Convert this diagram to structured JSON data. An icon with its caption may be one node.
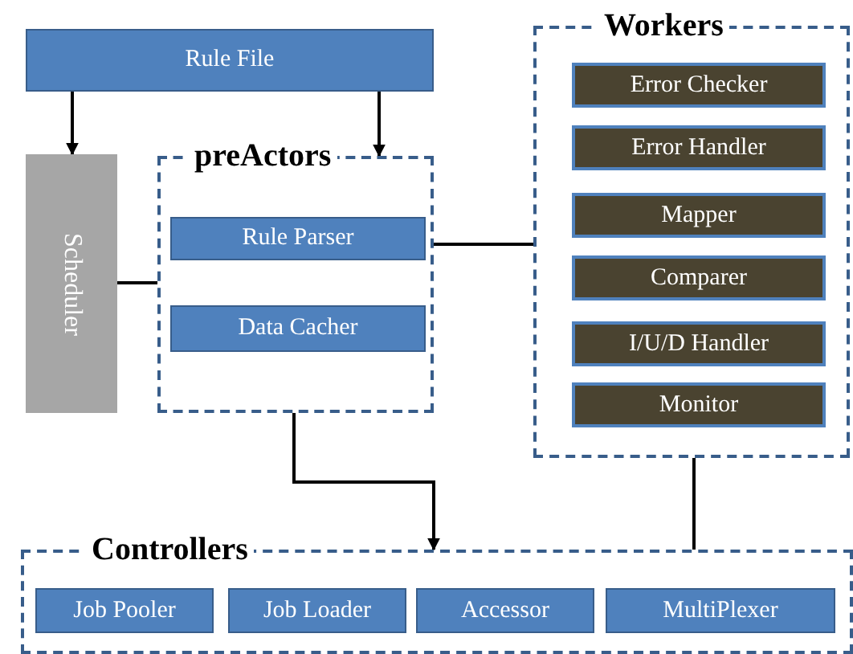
{
  "diagram": {
    "nodes": [
      {
        "text": [
          "Rule File"
        ]
      },
      {
        "text": [
          "Scheduler"
        ]
      },
      {
        "text": [
          "preActors"
        ]
      },
      {
        "text": [
          "Rule Parser"
        ],
        "in": 2
      },
      {
        "text": [
          "Data Cacher"
        ],
        "in": 2
      },
      {
        "text": [
          "Workers"
        ]
      },
      {
        "text": [
          "Error Checker"
        ],
        "in": 5
      },
      {
        "text": [
          "Error Handler"
        ],
        "in": 5
      },
      {
        "text": [
          "Mapper"
        ],
        "in": 5
      },
      {
        "text": [
          "Comparer"
        ],
        "in": 5
      },
      {
        "text": [
          "I/U/D Handler"
        ],
        "in": 5
      },
      {
        "text": [
          "Monitor"
        ],
        "in": 5
      },
      {
        "text": [
          "Controllers"
        ]
      },
      {
        "text": [
          "Job Pooler"
        ],
        "in": 12
      },
      {
        "text": [
          "Job Loader"
        ],
        "in": 12
      },
      {
        "text": [
          "Accessor"
        ],
        "in": 12
      },
      {
        "text": [
          "MultiPlexer"
        ],
        "in": 12
      }
    ],
    "edges": [
      {
        "from": 0,
        "to": 1,
        "arrow": "to"
      },
      {
        "from": 0,
        "to": 2,
        "arrow": "to"
      },
      {
        "from": 1,
        "to": 2,
        "arrow": "none"
      },
      {
        "from": 2,
        "to": 5,
        "arrow": "none"
      },
      {
        "from": 2,
        "to": 12,
        "arrow": "to"
      },
      {
        "from": 5,
        "to": 12,
        "arrow": "none"
      }
    ]
  }
}
